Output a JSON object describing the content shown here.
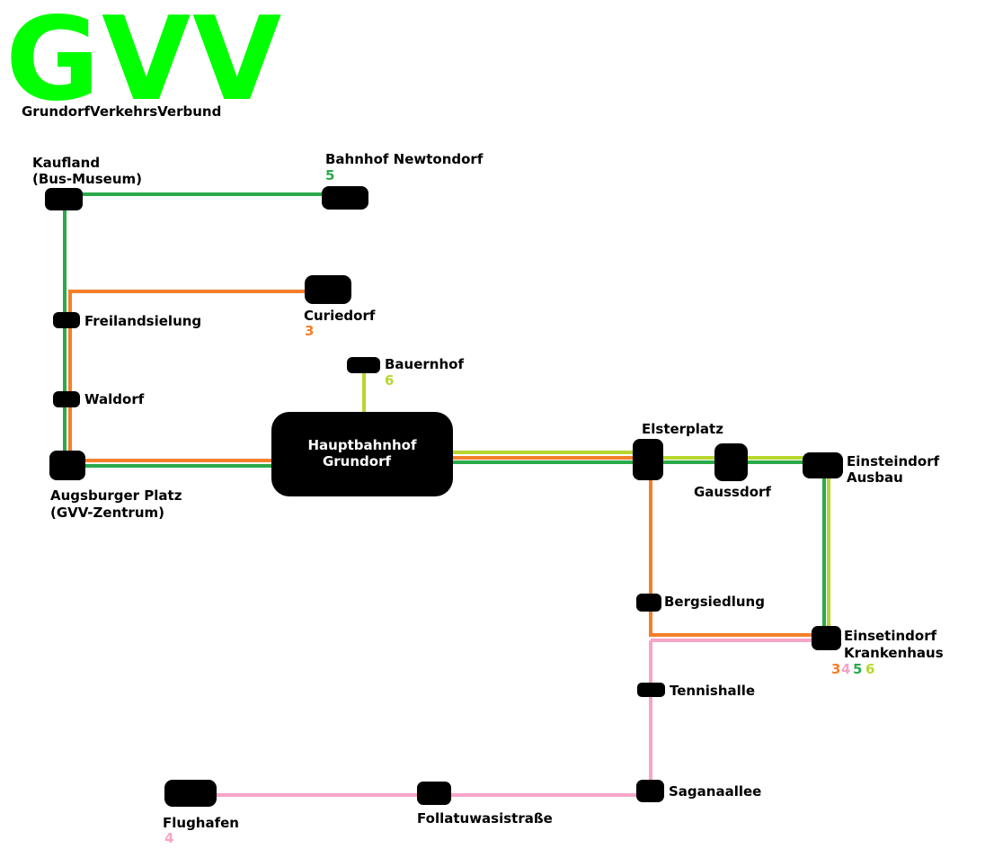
{
  "logo": {
    "text": "GVV",
    "subtitle": "GrundorfVerkehrsVerbund"
  },
  "colors": {
    "line3": "#f47f2b",
    "line4": "#f6a5c8",
    "line5": "#2aaa4a",
    "line6": "#b7d72e",
    "logo": "#00ff00"
  },
  "stations": {
    "kaufland": [
      "Kaufland",
      "(Bus-Museum)"
    ],
    "newtondorf": "Bahnhof Newtondorf",
    "curiedorf": "Curiedorf",
    "freilandsiedlung": "Freilandsielung",
    "bauernhof": "Bauernhof",
    "waldorf": "Waldorf",
    "hauptbahnhof": [
      "Hauptbahnhof",
      "Grundorf"
    ],
    "augsburger": [
      "Augsburger Platz",
      "(GVV-Zentrum)"
    ],
    "elsterplatz": "Elsterplatz",
    "gaussdorf": "Gaussdorf",
    "einsteindorf_ausbau": [
      "Einsteindorf",
      "Ausbau"
    ],
    "bergsiedlung": "Bergsiedlung",
    "einsteindorf_krankenhaus": [
      "Einsetindorf",
      "Krankenhaus"
    ],
    "tennishalle": "Tennishalle",
    "saganaallee": "Saganaallee",
    "flughafen": "Flughafen",
    "follatuwasistrasse": "Follatuwasistraße"
  },
  "line_numbers": {
    "newtondorf": "5",
    "curiedorf": "3",
    "bauernhof": "6",
    "krankenhaus": [
      "3",
      "4",
      "5",
      "6"
    ],
    "flughafen": "4"
  }
}
